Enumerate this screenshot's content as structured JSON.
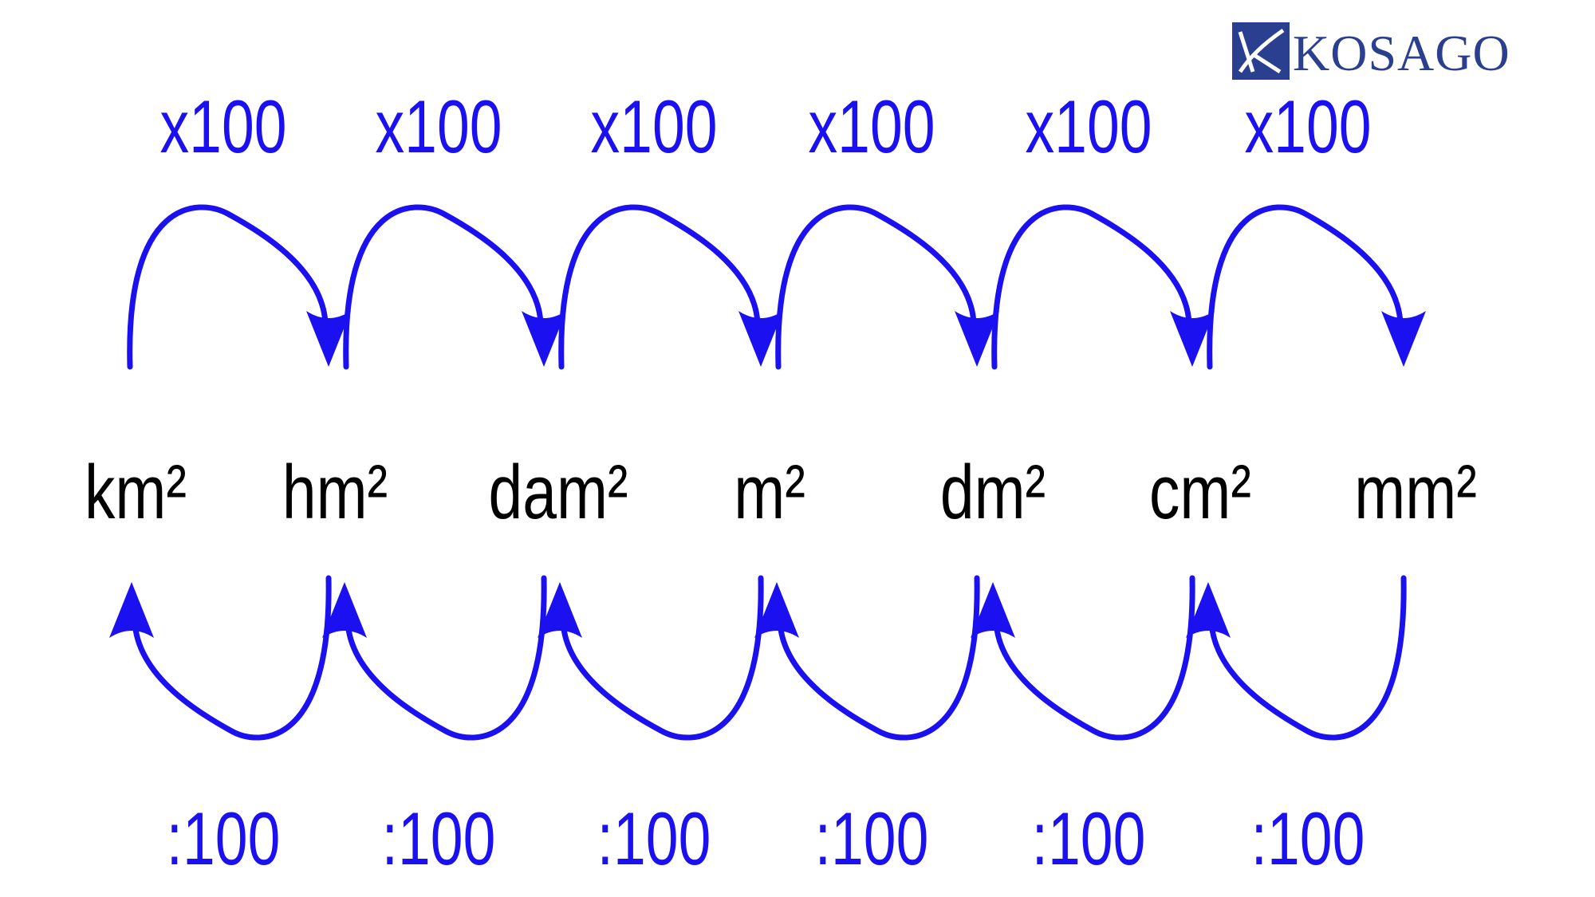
{
  "colors": {
    "arrow": "#1a10f0",
    "label_blue": "#1a10f0",
    "unit_text": "#000000",
    "logo_blue": "#2a3f8f"
  },
  "logo": {
    "text": "KOSAGO",
    "icon": "kosago-logo-icon"
  },
  "units": [
    "km²",
    "hm²",
    "dam²",
    "m²",
    "dm²",
    "cm²",
    "mm²"
  ],
  "multiply_labels": [
    "x100",
    "x100",
    "x100",
    "x100",
    "x100",
    "x100"
  ],
  "divide_labels": [
    ":100",
    ":100",
    ":100",
    ":100",
    ":100",
    ":100"
  ]
}
